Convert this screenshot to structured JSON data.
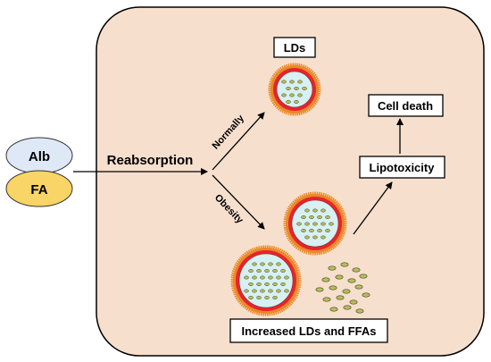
{
  "inputs": {
    "alb": "Alb",
    "fa": "FA"
  },
  "reabsorption": "Reabsorption",
  "branches": {
    "normally": "Normally",
    "obesity": "Obesity"
  },
  "boxes": {
    "lds": "LDs",
    "cell_death": "Cell death",
    "lipotoxicity": "Lipotoxicity",
    "increased": "Increased LDs and FFAs"
  },
  "colors": {
    "cell_fill": "#f6dfcd",
    "alb_fill": "#dfe8f6",
    "fa_fill": "#f9d466",
    "droplet_outer": "#e98a27",
    "droplet_ring": "#e8222f",
    "droplet_core": "#d6f0f4",
    "particle_fill": "#b7bd5a",
    "particle_stroke": "#4a4a2a"
  }
}
